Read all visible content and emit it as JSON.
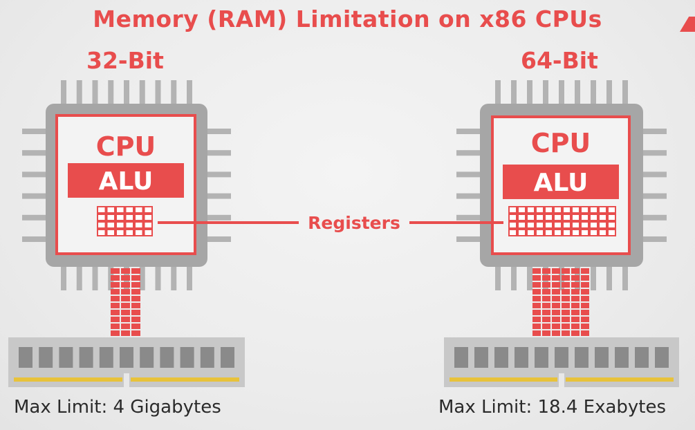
{
  "title": "Memory (RAM) Limitation on x86 CPUs",
  "left": {
    "bits_label": "32-Bit",
    "cpu_label": "CPU",
    "alu_label": "ALU",
    "caption": "Max Limit: 4 Gigabytes"
  },
  "right": {
    "bits_label": "64-Bit",
    "cpu_label": "CPU",
    "alu_label": "ALU",
    "caption": "Max Limit: 18.4 Exabytes"
  },
  "registers_label": "Registers",
  "colors": {
    "accent": "#e84d4d",
    "chip_gray": "#a6a6a6",
    "pin_gray": "#b3b3b3",
    "ram_body": "#c8c8c8",
    "ram_chip": "#8a8a8a",
    "ram_contacts": "#e8c23a",
    "text_dark": "#2a2a2a"
  }
}
